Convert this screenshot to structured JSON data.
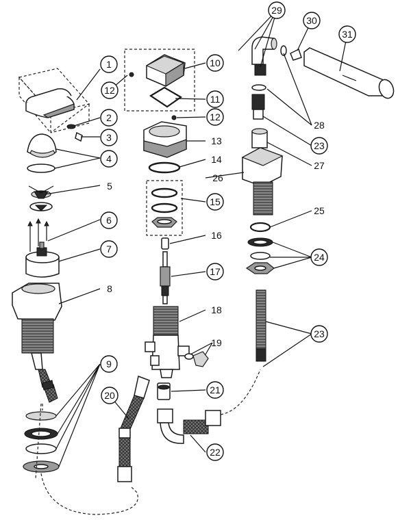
{
  "diagram": {
    "callouts": [
      {
        "id": "1",
        "label": "1"
      },
      {
        "id": "2",
        "label": "2"
      },
      {
        "id": "3",
        "label": "3"
      },
      {
        "id": "4",
        "label": "4"
      },
      {
        "id": "5",
        "label": "5"
      },
      {
        "id": "6",
        "label": "6"
      },
      {
        "id": "7",
        "label": "7"
      },
      {
        "id": "8",
        "label": "8"
      },
      {
        "id": "9",
        "label": "9"
      },
      {
        "id": "10",
        "label": "10"
      },
      {
        "id": "11",
        "label": "11"
      },
      {
        "id": "12a",
        "label": "12"
      },
      {
        "id": "12b",
        "label": "12"
      },
      {
        "id": "13",
        "label": "13"
      },
      {
        "id": "14",
        "label": "14"
      },
      {
        "id": "15",
        "label": "15"
      },
      {
        "id": "16",
        "label": "16"
      },
      {
        "id": "17",
        "label": "17"
      },
      {
        "id": "18",
        "label": "18"
      },
      {
        "id": "19",
        "label": "19"
      },
      {
        "id": "20",
        "label": "20"
      },
      {
        "id": "21",
        "label": "21"
      },
      {
        "id": "22",
        "label": "22"
      },
      {
        "id": "23a",
        "label": "23"
      },
      {
        "id": "23b",
        "label": "23"
      },
      {
        "id": "24",
        "label": "24"
      },
      {
        "id": "25",
        "label": "25"
      },
      {
        "id": "26",
        "label": "26"
      },
      {
        "id": "27",
        "label": "27"
      },
      {
        "id": "28",
        "label": "28"
      },
      {
        "id": "29",
        "label": "29"
      },
      {
        "id": "30",
        "label": "30"
      },
      {
        "id": "31",
        "label": "31"
      }
    ]
  }
}
